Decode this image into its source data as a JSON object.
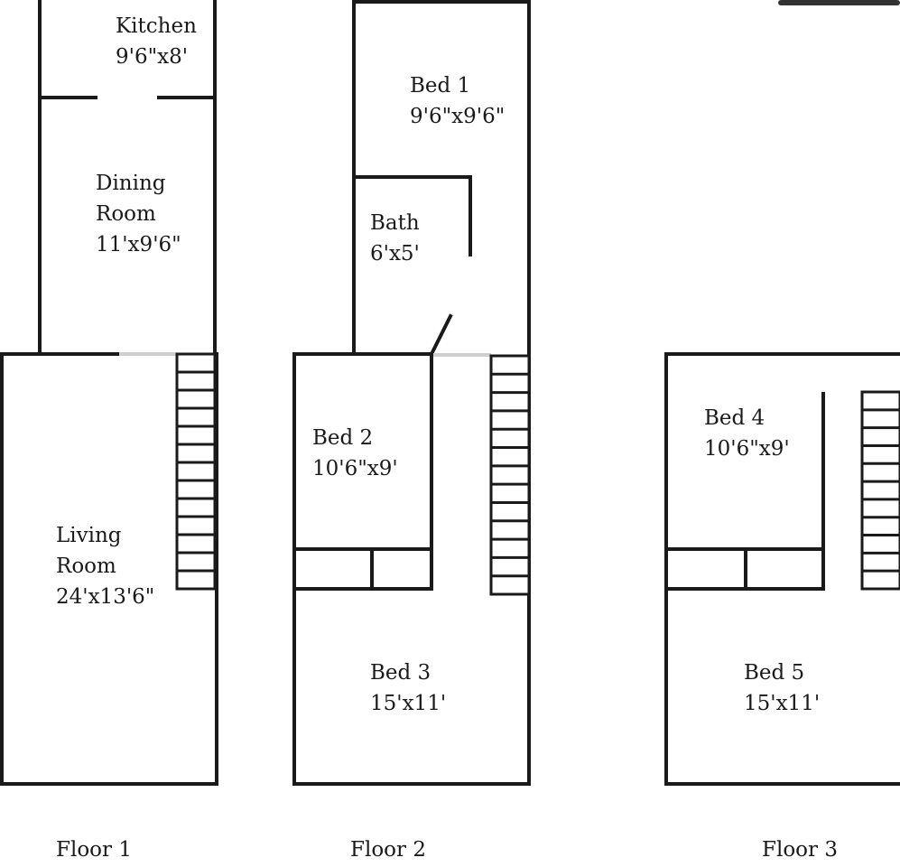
{
  "floors": [
    {
      "label": "Floor 1",
      "rooms": [
        {
          "name": "Kitchen",
          "size": "9'6\"x8'"
        },
        {
          "name_line1": "Dining",
          "name_line2": "Room",
          "size": "11'x9'6\""
        },
        {
          "name_line1": "Living",
          "name_line2": "Room",
          "size": "24'x13'6\""
        }
      ]
    },
    {
      "label": "Floor 2",
      "rooms": [
        {
          "name": "Bed 1",
          "size": "9'6\"x9'6\""
        },
        {
          "name": "Bath",
          "size": "6'x5'"
        },
        {
          "name": "Bed 2",
          "size": "10'6\"x9'"
        },
        {
          "name": "Bed 3",
          "size": "15'x11'"
        }
      ]
    },
    {
      "label": "Floor 3",
      "rooms": [
        {
          "name": "Bed 4",
          "size": "10'6\"x9'"
        },
        {
          "name": "Bed 5",
          "size": "15'x11'"
        }
      ]
    }
  ],
  "colors": {
    "wall": "#1a1a1a",
    "background": "#ffffff"
  },
  "icons": [
    "staircase-icon",
    "staircase-icon",
    "staircase-icon"
  ]
}
